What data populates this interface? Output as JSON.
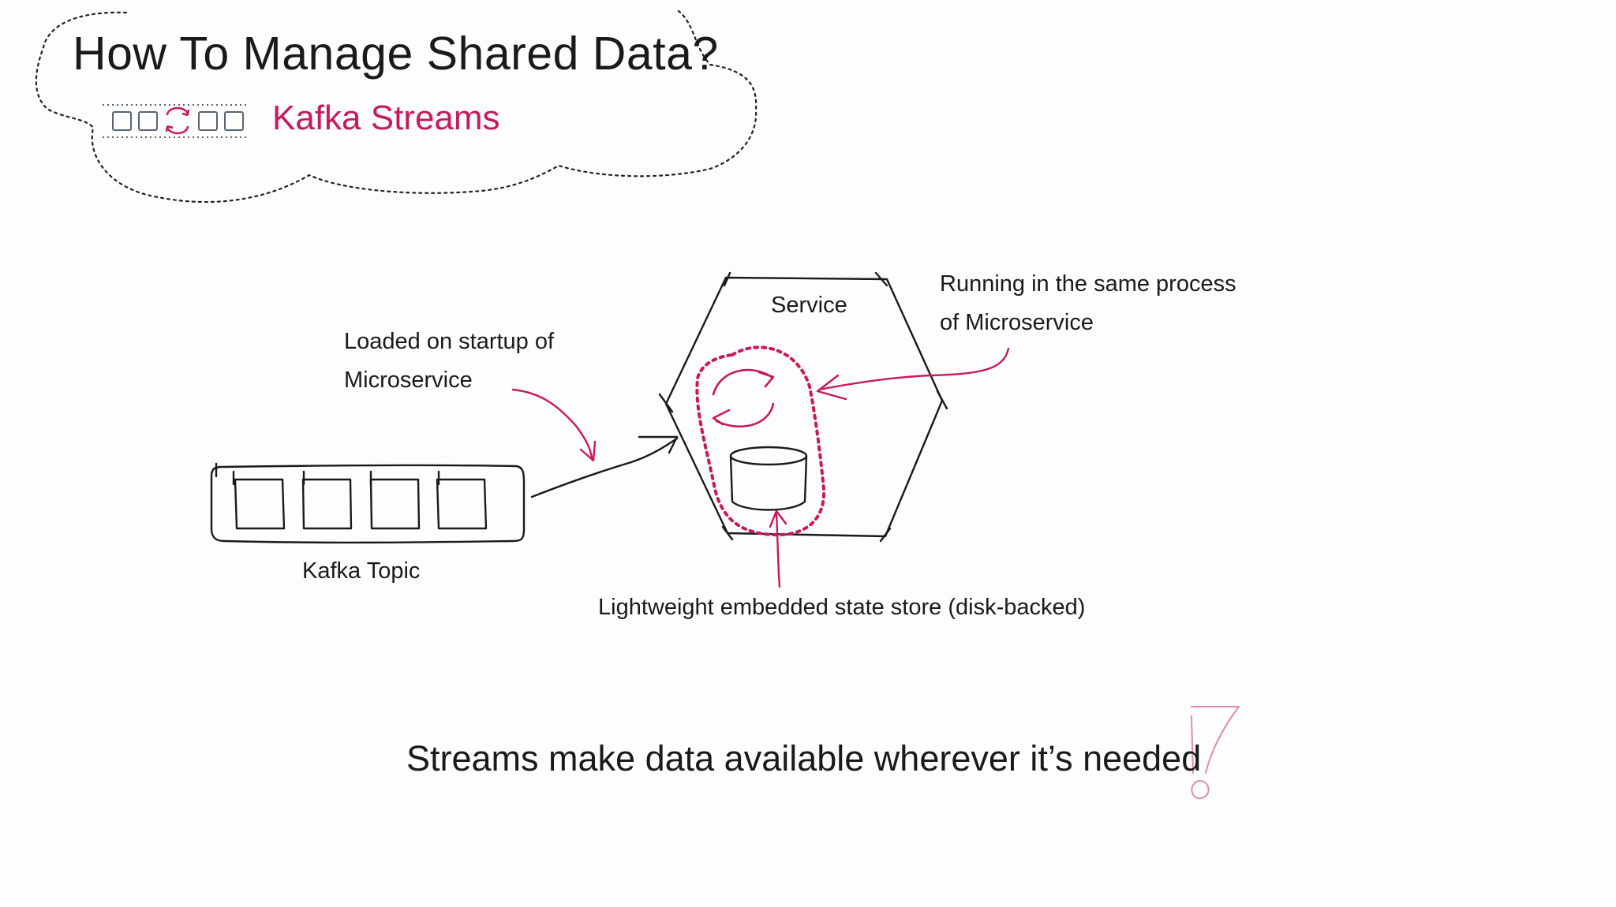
{
  "header": {
    "title": "How To Manage Shared Data?",
    "subtitle": "Kafka Streams"
  },
  "diagram": {
    "service_label": "Service",
    "loaded_note": [
      "Loaded on startup of",
      "Microservice"
    ],
    "running_note": [
      "Running in the same process",
      "of Microservice"
    ],
    "topic_label": "Kafka Topic",
    "store_note": "Lightweight embedded state store (disk-backed)"
  },
  "footer": {
    "message": "Streams make data available wherever it’s needed"
  },
  "colors": {
    "ink": "#1a1a1a",
    "accent": "#c7195e",
    "muted_icon": "#5a6470",
    "background": "#fdfdfd"
  }
}
